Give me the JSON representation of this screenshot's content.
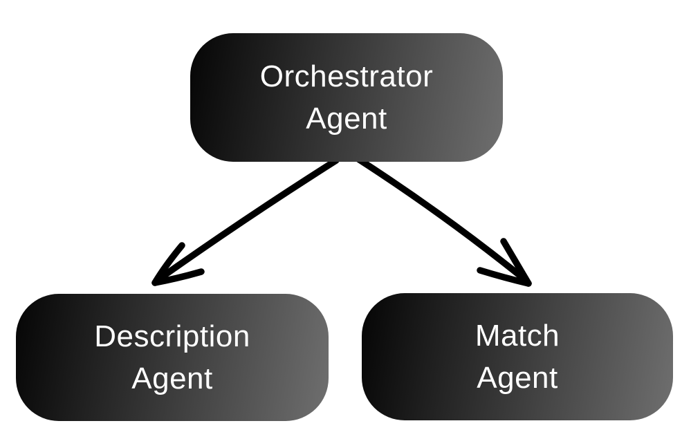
{
  "diagram": {
    "background_color": "#ffffff",
    "node_gradient_from": "#050505",
    "node_gradient_to": "#6f6f6f",
    "node_text_color": "#ffffff",
    "arrow_color": "#000000",
    "nodes": [
      {
        "id": "orchestrator-agent",
        "line1": "Orchestrator",
        "line2": "Agent"
      },
      {
        "id": "description-agent",
        "line1": "Description",
        "line2": "Agent"
      },
      {
        "id": "match-agent",
        "line1": "Match",
        "line2": "Agent"
      }
    ],
    "edges": [
      {
        "from": "orchestrator-agent",
        "to": "description-agent"
      },
      {
        "from": "orchestrator-agent",
        "to": "match-agent"
      }
    ]
  }
}
